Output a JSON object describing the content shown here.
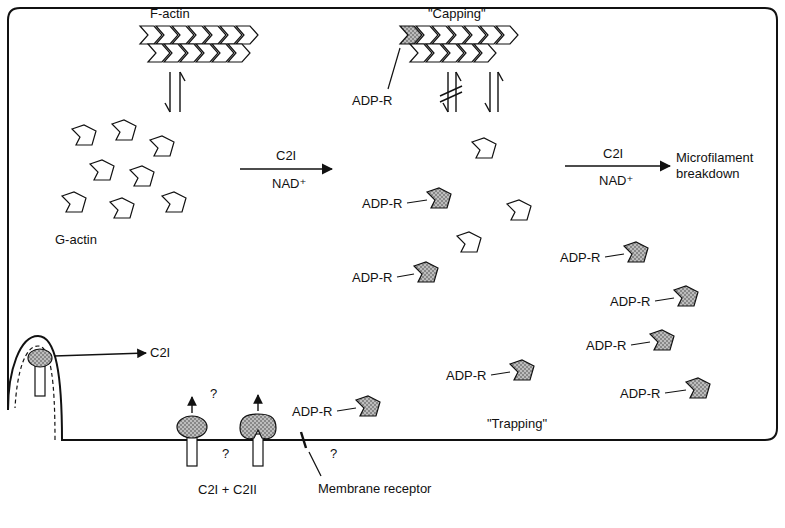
{
  "diagram": {
    "labels": [
      "F-actin",
      "G-actin",
      "C2I",
      "NAD⁺",
      "\"Capping\"",
      "ADP-R",
      "C2I",
      "NAD⁺",
      "Microfilament breakdown",
      "ADP-R",
      "ADP-R",
      "ADP-R",
      "ADP-R",
      "ADP-R",
      "ADP-R",
      "ADP-R",
      "ADP-R",
      "\"Trapping\"",
      "C2I",
      "?",
      "?",
      "?",
      "C2I + C2II",
      "Membrane receptor"
    ]
  }
}
